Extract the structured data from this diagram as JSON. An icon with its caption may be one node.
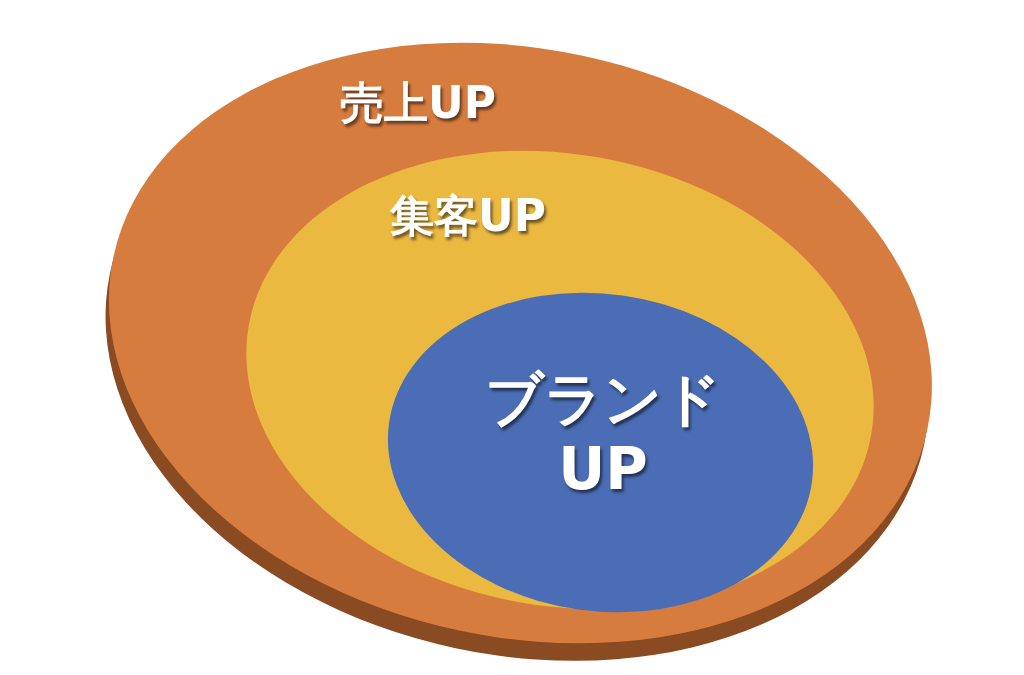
{
  "diagram": {
    "nodes": [
      {
        "text": [
          "売上UP"
        ]
      },
      {
        "text": [
          "集客UP"
        ],
        "in": 0
      },
      {
        "text": [
          "ブランドUP"
        ],
        "in": 1
      }
    ]
  }
}
